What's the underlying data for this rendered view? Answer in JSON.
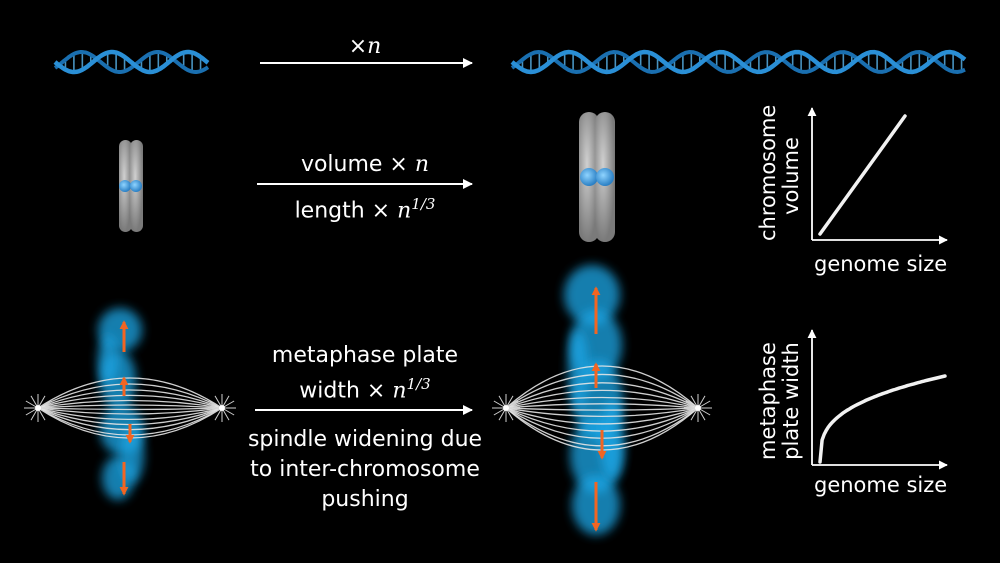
{
  "row1": {
    "times_symbol": "×",
    "factor": "n"
  },
  "row2": {
    "volume_text": "volume ×",
    "volume_factor": "n",
    "length_text": "length ×",
    "length_factor": "n",
    "length_exponent": "1/3"
  },
  "row3": {
    "plate_line1": "metaphase plate",
    "plate_line2_text": "width ×",
    "plate_factor": "n",
    "plate_exponent": "1/3",
    "note_line1": "spindle widening due",
    "note_line2": "to inter-chromosome",
    "note_line3": "pushing"
  },
  "plot_volume": {
    "ylabel_line1": "chromosome",
    "ylabel_line2": "volume",
    "xlabel": "genome size",
    "curve": "linear"
  },
  "plot_width": {
    "ylabel_line1": "metaphase",
    "ylabel_line2": "plate width",
    "xlabel": "genome size",
    "curve": "cube-root"
  },
  "colors": {
    "background": "#000000",
    "dna_blue": "#2a8fd6",
    "dna_light": "#5bb8f0",
    "chromosome_gray": "#9a9a9a",
    "centromere_blue": "#3a9ae0",
    "chromosome_cyan": "#1fa8e8",
    "force_arrow_orange": "#f26522",
    "spindle_white": "#e6e6e6"
  }
}
